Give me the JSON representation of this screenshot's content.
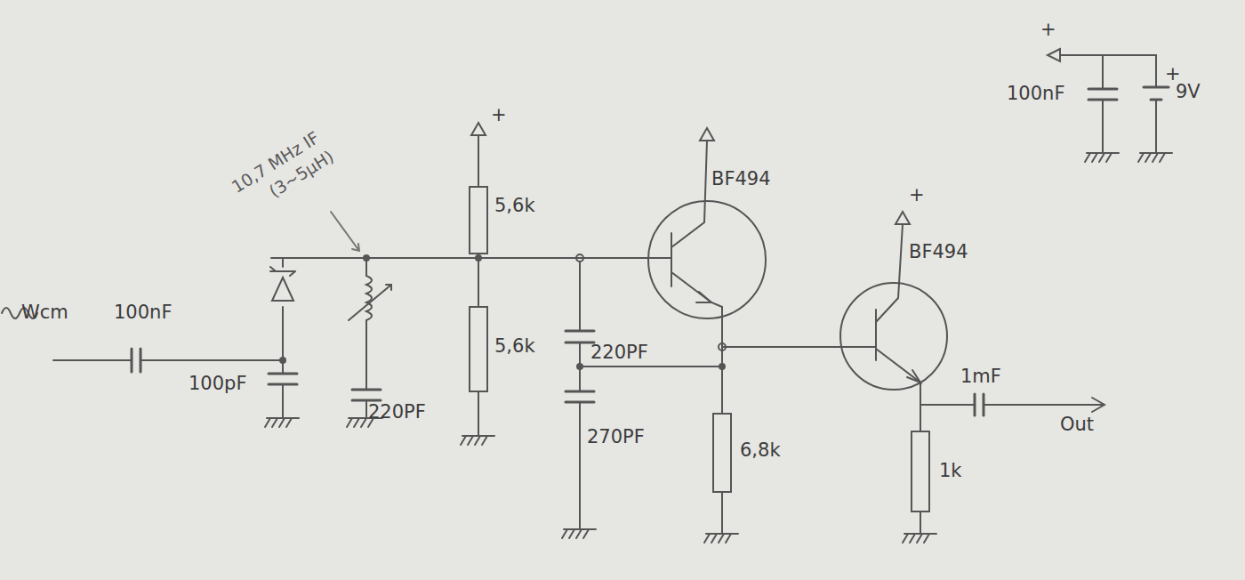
{
  "diagram": {
    "labels": [
      "Wcm",
      "100nF",
      "10,7 MHz IF",
      "(3~5µH)",
      "100pF",
      "220PF",
      "+",
      "5,6k",
      "5,6k",
      "220PF",
      "270PF",
      "BF494",
      "6,8k",
      "+",
      "BF494",
      "1mF",
      "Out",
      "1k",
      "+",
      "100nF",
      "+",
      "9V"
    ]
  }
}
